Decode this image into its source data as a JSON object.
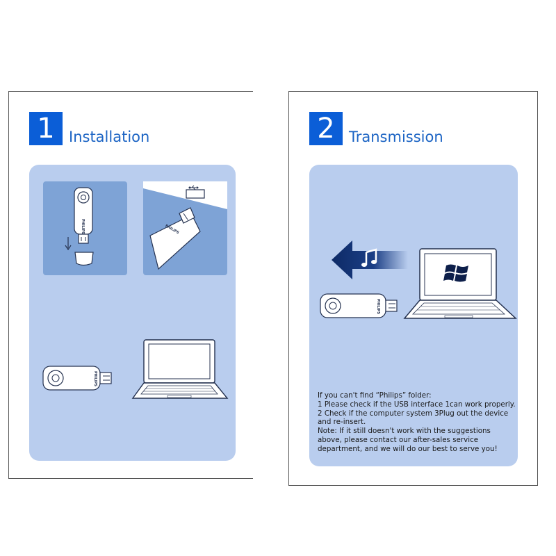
{
  "step1": {
    "number": "1",
    "title": "Installation",
    "device_brand": "PHILIPS"
  },
  "step2": {
    "number": "2",
    "title": "Transmission",
    "device_brand": "PHILIPS",
    "info_lines": [
      "If you can't find “Philips” folder:",
      "1 Please check if the USB interface 1can work properly.",
      "2 Check if the computer system 3Plug out the device",
      "and re-insert.",
      "Note: If it still doesn't work with the suggestions",
      "above, please contact our after-sales service",
      "department, and we will do our best to serve you!"
    ]
  },
  "colors": {
    "step_badge": "#0b5ed7",
    "title_text": "#1c64c4",
    "panel_bg": "#b9cdee",
    "inset_bg": "#7ea3d6",
    "arrow": "#0d2a66"
  },
  "icons": [
    "usb-icon",
    "music-note-icon",
    "windows-logo-icon",
    "arrow-left-icon"
  ]
}
